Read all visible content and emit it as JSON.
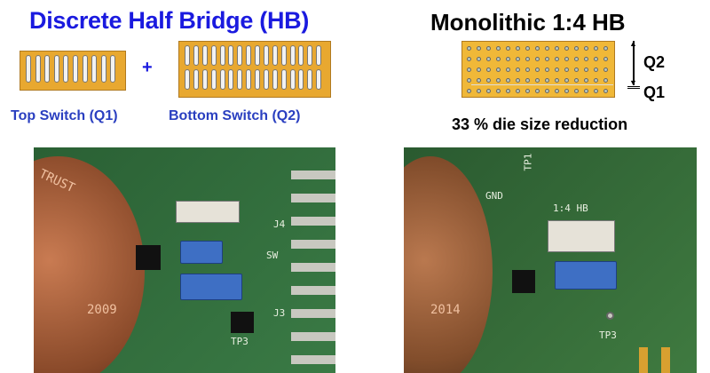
{
  "left": {
    "title": "Discrete Half Bridge (HB)",
    "plus": "+",
    "top_switch_label": "Top Switch (Q1)",
    "bottom_switch_label": "Bottom Switch (Q2)"
  },
  "right": {
    "title": "Monolithic 1:4 HB",
    "q2_label": "Q2",
    "q1_label": "Q1",
    "reduction_text": "33 % die size reduction"
  },
  "photo_left": {
    "coin_year": "2009",
    "coin_text": "TRUST",
    "labels": [
      "J4",
      "SW",
      "J3",
      "TP3"
    ]
  },
  "photo_right": {
    "coin_year": "2014",
    "labels": [
      "GND",
      "TP1",
      "1:4 HB",
      "TP3"
    ]
  },
  "colors": {
    "title_blue": "#1a1adf",
    "caption_blue": "#2a3fc0",
    "die_gold": "#e8a830",
    "pcb_green": "#2f6b3a"
  }
}
